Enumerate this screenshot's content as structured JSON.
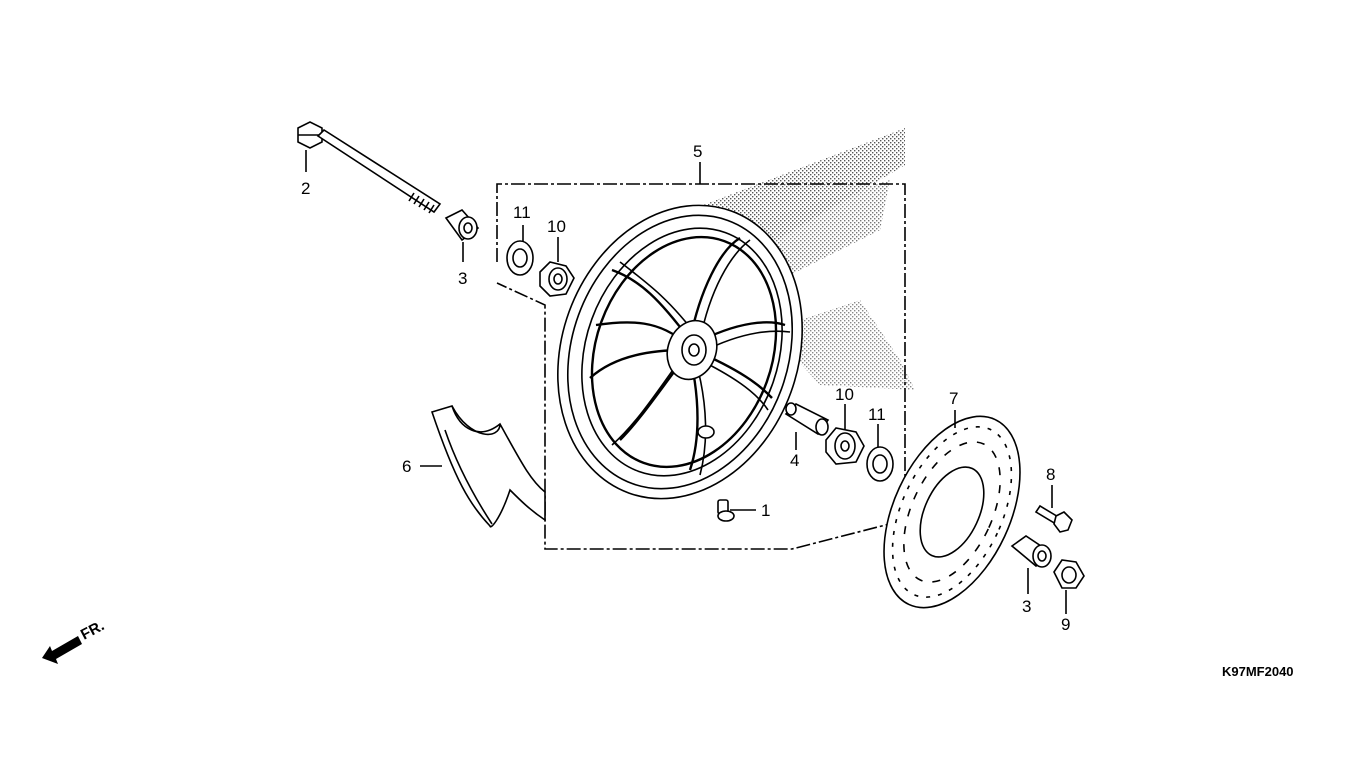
{
  "diagram": {
    "drawing_code": "K97MF2040",
    "direction_label": "FR.",
    "callouts": [
      {
        "id": "c1",
        "text": "1"
      },
      {
        "id": "c2",
        "text": "2"
      },
      {
        "id": "c3a",
        "text": "3"
      },
      {
        "id": "c3b",
        "text": "3"
      },
      {
        "id": "c4",
        "text": "4"
      },
      {
        "id": "c5",
        "text": "5"
      },
      {
        "id": "c6",
        "text": "6"
      },
      {
        "id": "c7",
        "text": "7"
      },
      {
        "id": "c8",
        "text": "8"
      },
      {
        "id": "c9",
        "text": "9"
      },
      {
        "id": "c10a",
        "text": "10"
      },
      {
        "id": "c10b",
        "text": "10"
      },
      {
        "id": "c11a",
        "text": "11"
      },
      {
        "id": "c11b",
        "text": "11"
      }
    ]
  }
}
